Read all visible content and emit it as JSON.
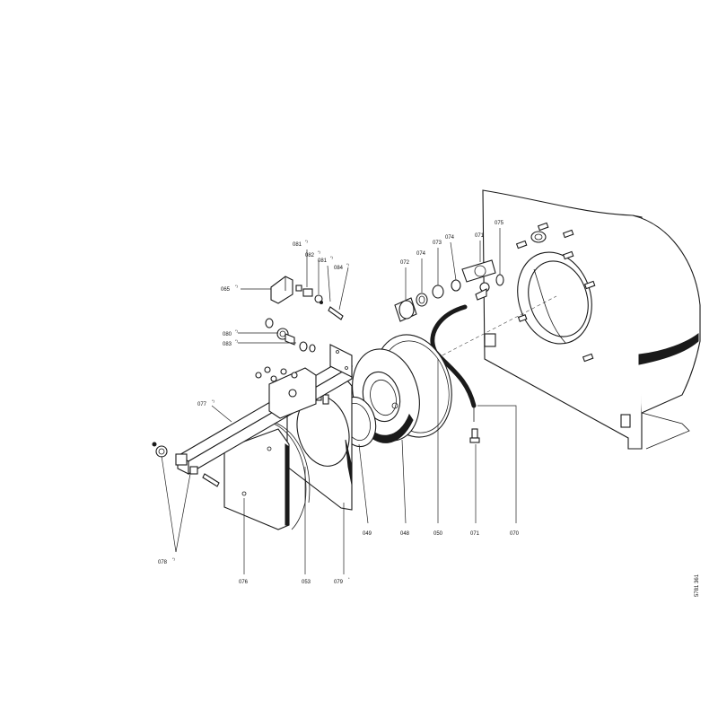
{
  "labels": {
    "p065": {
      "num": "065",
      "sup": "*)"
    },
    "p077": {
      "num": "077",
      "sup": "*)"
    },
    "p078": {
      "num": "078",
      "sup": "*)"
    },
    "p076": {
      "num": "076",
      "sup": ""
    },
    "p053": {
      "num": "053",
      "sup": ""
    },
    "p079": {
      "num": "079",
      "sup": "*"
    },
    "p049": {
      "num": "049",
      "sup": ""
    },
    "p048": {
      "num": "048",
      "sup": ""
    },
    "p050": {
      "num": "050",
      "sup": ""
    },
    "p071b": {
      "num": "071",
      "sup": ""
    },
    "p070": {
      "num": "070",
      "sup": ""
    },
    "p080": {
      "num": "080",
      "sup": "*)"
    },
    "p083": {
      "num": "083",
      "sup": "*)"
    },
    "p081a": {
      "num": "081",
      "sup": "*)"
    },
    "p082": {
      "num": "082",
      "sup": "*)"
    },
    "p081b": {
      "num": "081",
      "sup": "*)"
    },
    "p084": {
      "num": "084",
      "sup": "*)"
    },
    "p072": {
      "num": "072",
      "sup": ""
    },
    "p074a": {
      "num": "074",
      "sup": ""
    },
    "p073": {
      "num": "073",
      "sup": ""
    },
    "p074b": {
      "num": "074",
      "sup": ""
    },
    "p071a": {
      "num": "071",
      "sup": ""
    },
    "p075": {
      "num": "075",
      "sup": ""
    }
  },
  "drawing_ref": "5781 361"
}
